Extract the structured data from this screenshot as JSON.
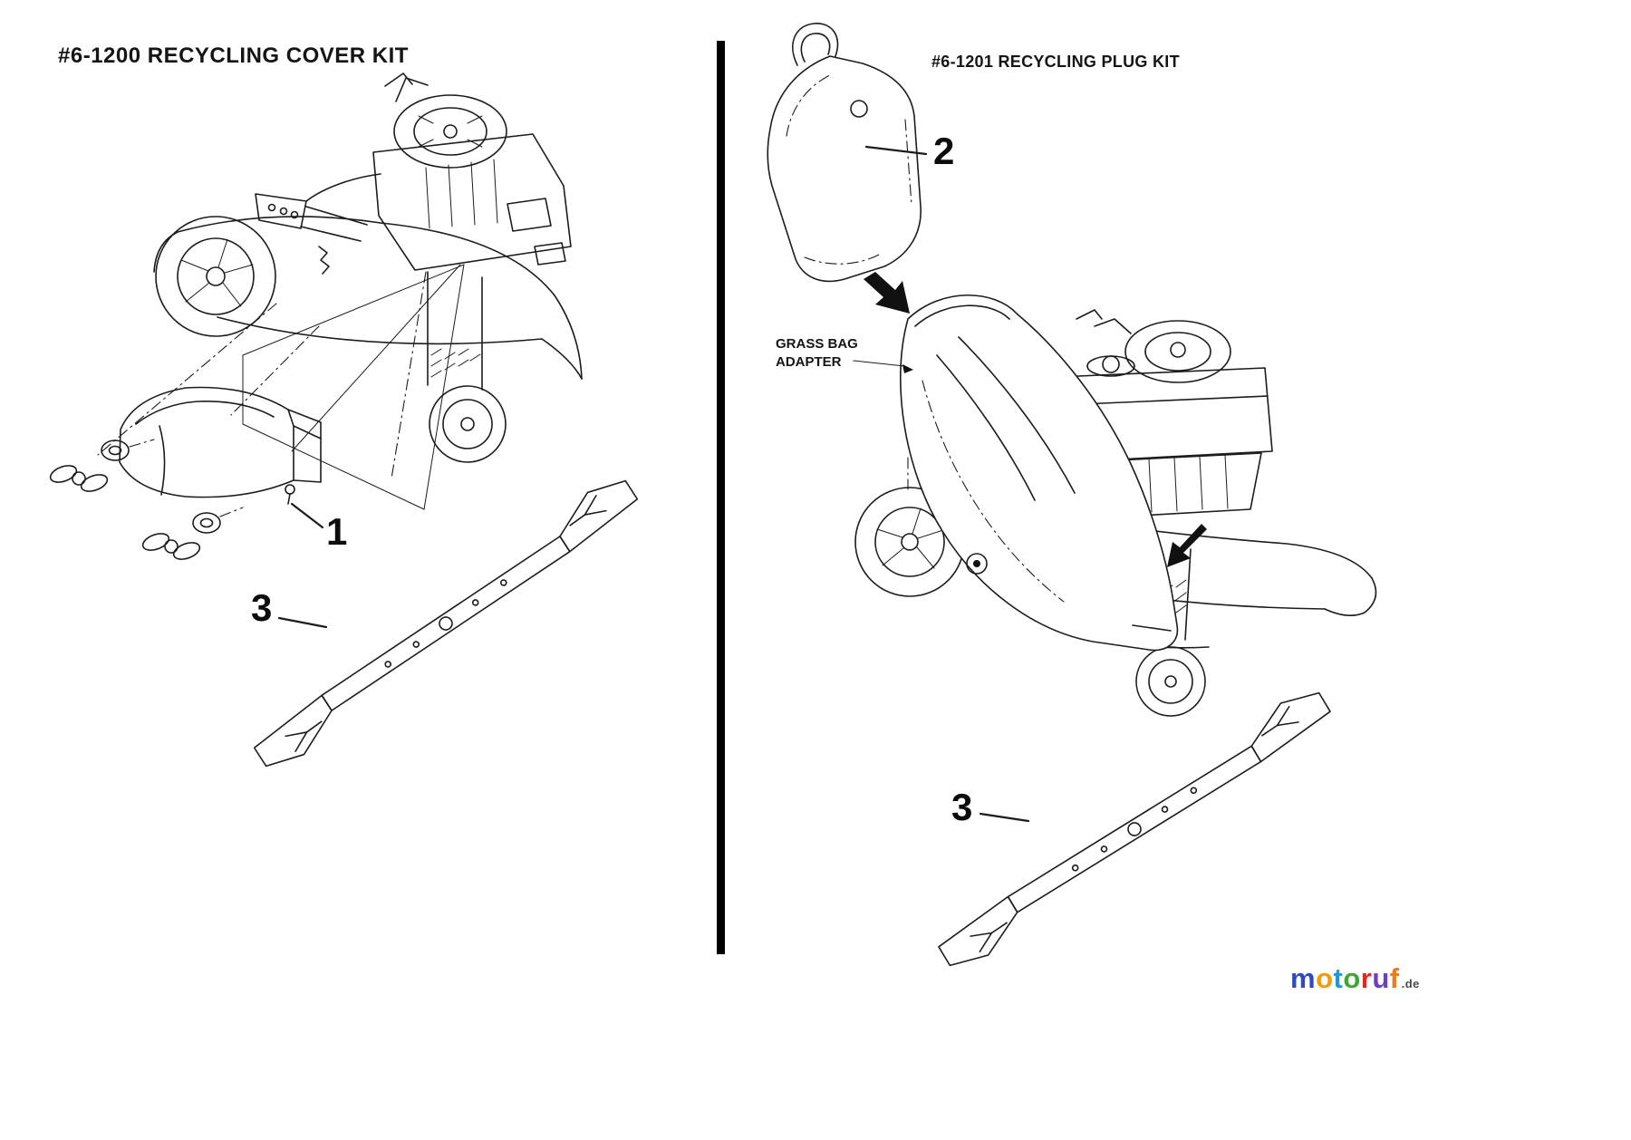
{
  "left_panel": {
    "title": "#6-1200 RECYCLING COVER KIT",
    "callouts": {
      "cover": "1",
      "blade": "3"
    }
  },
  "right_panel": {
    "title": "#6-1201 RECYCLING PLUG KIT",
    "adapter_label_line1": "GRASS BAG",
    "adapter_label_line2": "ADAPTER",
    "callouts": {
      "plug": "2",
      "blade": "3"
    }
  },
  "branding": {
    "logo_letters": [
      {
        "char": "m",
        "color": "#2f49c0"
      },
      {
        "char": "o",
        "color": "#f39c00"
      },
      {
        "char": "t",
        "color": "#1d9ad6"
      },
      {
        "char": "o",
        "color": "#3fa535"
      },
      {
        "char": "r",
        "color": "#e02a20"
      },
      {
        "char": "u",
        "color": "#6f3fc3"
      },
      {
        "char": "f",
        "color": "#f07a18"
      }
    ],
    "logo_suffix": ".de",
    "logo_suffix_color": "#4a4a4a"
  }
}
